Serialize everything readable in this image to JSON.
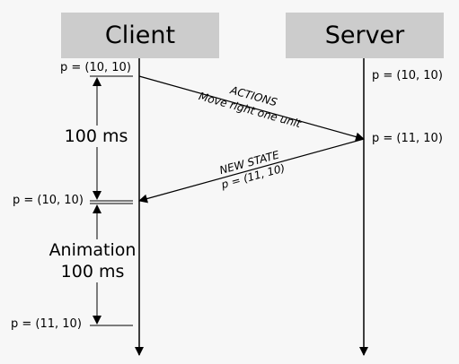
{
  "client": {
    "title": "Client"
  },
  "server": {
    "title": "Server"
  },
  "client_positions": [
    "p = (10, 10)",
    "p = (10, 10)",
    "p = (11, 10)"
  ],
  "server_positions": [
    "p = (10, 10)",
    "p = (11, 10)"
  ],
  "request": {
    "line1": "ACTIONS",
    "line2": "Move right one unit"
  },
  "response": {
    "line1": "NEW STATE",
    "line2": "p = (11, 10)"
  },
  "latency": {
    "label": "100 ms"
  },
  "animation": {
    "line1": "Animation",
    "line2": "100 ms"
  }
}
